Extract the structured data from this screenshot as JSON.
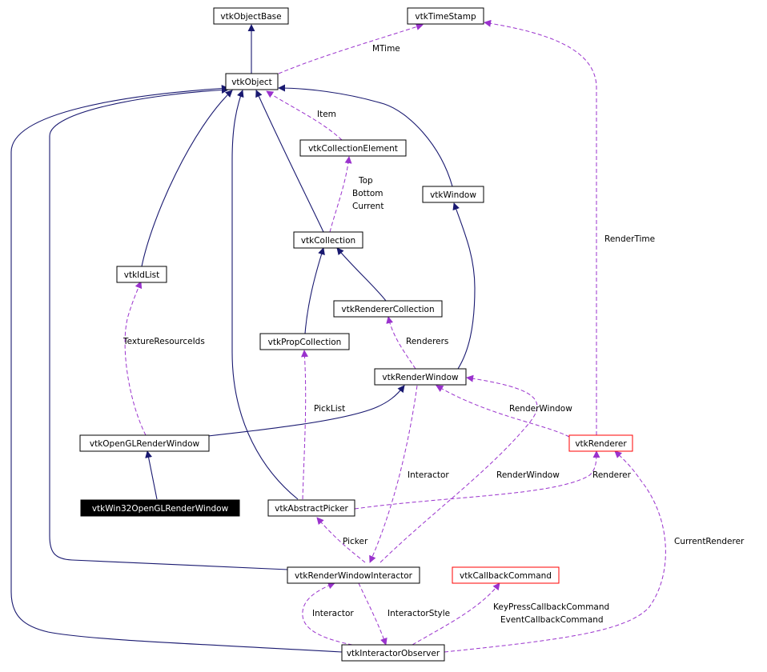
{
  "diagram": {
    "nodes": {
      "vtkObjectBase": "vtkObjectBase",
      "vtkTimeStamp": "vtkTimeStamp",
      "vtkObject": "vtkObject",
      "vtkCollectionElement": "vtkCollectionElement",
      "vtkWindow": "vtkWindow",
      "vtkCollection": "vtkCollection",
      "vtkIdList": "vtkIdList",
      "vtkRendererCollection": "vtkRendererCollection",
      "vtkPropCollection": "vtkPropCollection",
      "vtkRenderWindow": "vtkRenderWindow",
      "vtkOpenGLRenderWindow": "vtkOpenGLRenderWindow",
      "vtkRenderer": "vtkRenderer",
      "vtkWin32OpenGLRenderWindow": "vtkWin32OpenGLRenderWindow",
      "vtkAbstractPicker": "vtkAbstractPicker",
      "vtkRenderWindowInteractor": "vtkRenderWindowInteractor",
      "vtkCallbackCommand": "vtkCallbackCommand",
      "vtkInteractorObserver": "vtkInteractorObserver"
    },
    "edge_labels": {
      "mtime": "MTime",
      "item": "Item",
      "top": "Top",
      "bottom": "Bottom",
      "current": "Current",
      "render_time": "RenderTime",
      "texture_resource_ids": "TextureResourceIds",
      "renderers": "Renderers",
      "pick_list": "PickList",
      "render_window_1": "RenderWindow",
      "interactor_1": "Interactor",
      "render_window_2": "RenderWindow",
      "renderer": "Renderer",
      "current_renderer": "CurrentRenderer",
      "picker": "Picker",
      "key_press_callback_command": "KeyPressCallbackCommand",
      "event_callback_command": "EventCallbackCommand",
      "interactor_2": "Interactor",
      "interactor_style": "InteractorStyle"
    },
    "colors": {
      "inheritance_edge": "#191970",
      "association_edge": "#9a32cd",
      "node_border": "#000000",
      "incomplete_node_border": "#ff0000",
      "highlight_node_fill": "#000000"
    }
  }
}
